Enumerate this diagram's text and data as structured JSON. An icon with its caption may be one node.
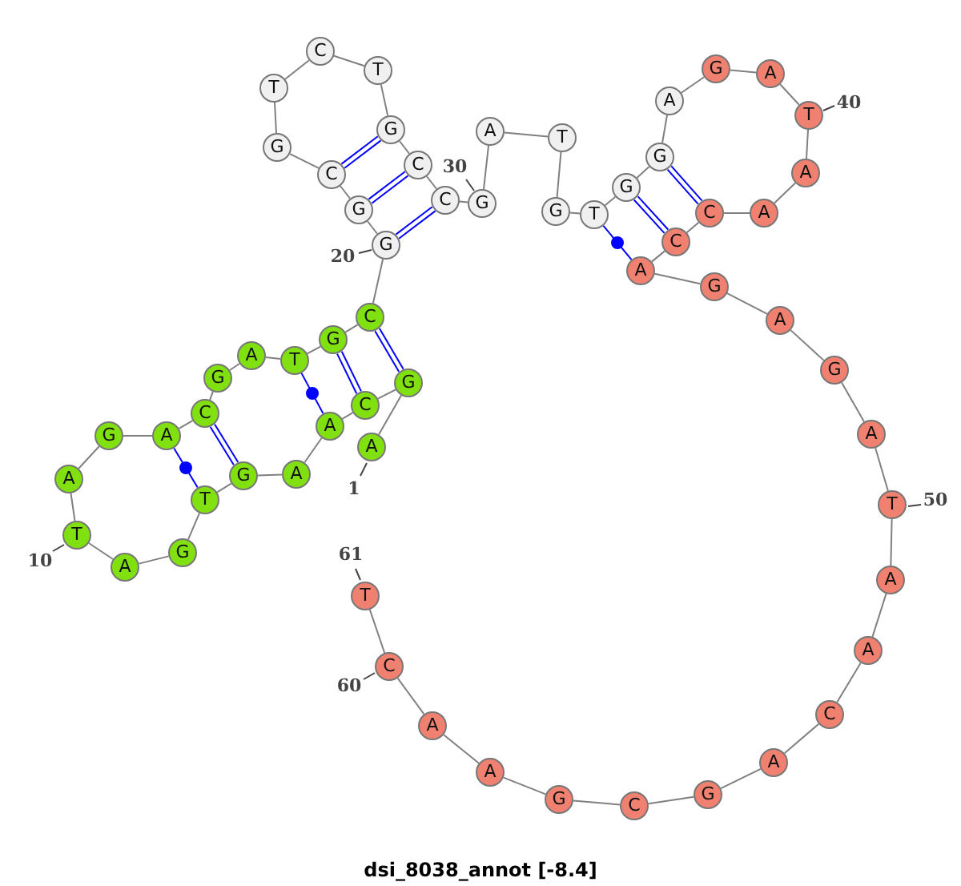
{
  "diagram": {
    "title": "dsi_8038_annot [-8.4]",
    "nodes": [
      {
        "text": [
          "A"
        ],
        "beside": [
          "1"
        ]
      },
      {
        "text": [
          "G"
        ]
      },
      {
        "text": [
          "C"
        ]
      },
      {
        "text": [
          "A"
        ]
      },
      {
        "text": [
          "A"
        ]
      },
      {
        "text": [
          "G"
        ]
      },
      {
        "text": [
          "T"
        ]
      },
      {
        "text": [
          "G"
        ]
      },
      {
        "text": [
          "A"
        ]
      },
      {
        "text": [
          "T"
        ],
        "beside": [
          "10"
        ]
      },
      {
        "text": [
          "A"
        ]
      },
      {
        "text": [
          "G"
        ]
      },
      {
        "text": [
          "A"
        ]
      },
      {
        "text": [
          "C"
        ]
      },
      {
        "text": [
          "G"
        ]
      },
      {
        "text": [
          "A"
        ]
      },
      {
        "text": [
          "T"
        ]
      },
      {
        "text": [
          "G"
        ]
      },
      {
        "text": [
          "C"
        ]
      },
      {
        "text": [
          "G"
        ],
        "beside": [
          "20"
        ]
      },
      {
        "text": [
          "G"
        ]
      },
      {
        "text": [
          "C"
        ]
      },
      {
        "text": [
          "G"
        ]
      },
      {
        "text": [
          "T"
        ]
      },
      {
        "text": [
          "C"
        ]
      },
      {
        "text": [
          "T"
        ]
      },
      {
        "text": [
          "G"
        ]
      },
      {
        "text": [
          "C"
        ]
      },
      {
        "text": [
          "C"
        ]
      },
      {
        "text": [
          "G"
        ],
        "beside": [
          "30"
        ]
      },
      {
        "text": [
          "A"
        ]
      },
      {
        "text": [
          "T"
        ]
      },
      {
        "text": [
          "G"
        ]
      },
      {
        "text": [
          "T"
        ]
      },
      {
        "text": [
          "G"
        ]
      },
      {
        "text": [
          "G"
        ]
      },
      {
        "text": [
          "A"
        ]
      },
      {
        "text": [
          "G"
        ]
      },
      {
        "text": [
          "A"
        ]
      },
      {
        "text": [
          "T"
        ],
        "beside": [
          "40"
        ]
      },
      {
        "text": [
          "A"
        ]
      },
      {
        "text": [
          "A"
        ]
      },
      {
        "text": [
          "C"
        ]
      },
      {
        "text": [
          "C"
        ]
      },
      {
        "text": [
          "A"
        ]
      },
      {
        "text": [
          "G"
        ]
      },
      {
        "text": [
          "A"
        ]
      },
      {
        "text": [
          "G"
        ]
      },
      {
        "text": [
          "A"
        ]
      },
      {
        "text": [
          "T"
        ],
        "beside": [
          "50"
        ]
      },
      {
        "text": [
          "A"
        ]
      },
      {
        "text": [
          "A"
        ]
      },
      {
        "text": [
          "C"
        ]
      },
      {
        "text": [
          "A"
        ]
      },
      {
        "text": [
          "G"
        ]
      },
      {
        "text": [
          "C"
        ]
      },
      {
        "text": [
          "G"
        ]
      },
      {
        "text": [
          "A"
        ]
      },
      {
        "text": [
          "A"
        ]
      },
      {
        "text": [
          "C"
        ],
        "beside": [
          "60"
        ]
      },
      {
        "text": [
          "T"
        ],
        "beside": [
          "61"
        ]
      }
    ],
    "edges": [
      {
        "from": 0,
        "to": 1,
        "arrow": "none"
      },
      {
        "from": 1,
        "to": 2,
        "arrow": "none"
      },
      {
        "from": 2,
        "to": 3,
        "arrow": "none"
      },
      {
        "from": 3,
        "to": 4,
        "arrow": "none"
      },
      {
        "from": 4,
        "to": 5,
        "arrow": "none"
      },
      {
        "from": 5,
        "to": 6,
        "arrow": "none"
      },
      {
        "from": 6,
        "to": 7,
        "arrow": "none"
      },
      {
        "from": 7,
        "to": 8,
        "arrow": "none"
      },
      {
        "from": 8,
        "to": 9,
        "arrow": "none"
      },
      {
        "from": 9,
        "to": 10,
        "arrow": "none"
      },
      {
        "from": 10,
        "to": 11,
        "arrow": "none"
      },
      {
        "from": 11,
        "to": 12,
        "arrow": "none"
      },
      {
        "from": 12,
        "to": 13,
        "arrow": "none"
      },
      {
        "from": 13,
        "to": 14,
        "arrow": "none"
      },
      {
        "from": 14,
        "to": 15,
        "arrow": "none"
      },
      {
        "from": 15,
        "to": 16,
        "arrow": "none"
      },
      {
        "from": 16,
        "to": 17,
        "arrow": "none"
      },
      {
        "from": 17,
        "to": 18,
        "arrow": "none"
      },
      {
        "from": 18,
        "to": 19,
        "arrow": "none"
      },
      {
        "from": 19,
        "to": 20,
        "arrow": "none"
      },
      {
        "from": 20,
        "to": 21,
        "arrow": "none"
      },
      {
        "from": 21,
        "to": 22,
        "arrow": "none"
      },
      {
        "from": 22,
        "to": 23,
        "arrow": "none"
      },
      {
        "from": 23,
        "to": 24,
        "arrow": "none"
      },
      {
        "from": 24,
        "to": 25,
        "arrow": "none"
      },
      {
        "from": 25,
        "to": 26,
        "arrow": "none"
      },
      {
        "from": 26,
        "to": 27,
        "arrow": "none"
      },
      {
        "from": 27,
        "to": 28,
        "arrow": "none"
      },
      {
        "from": 28,
        "to": 29,
        "arrow": "none"
      },
      {
        "from": 29,
        "to": 30,
        "arrow": "none"
      },
      {
        "from": 30,
        "to": 31,
        "arrow": "none"
      },
      {
        "from": 31,
        "to": 32,
        "arrow": "none"
      },
      {
        "from": 32,
        "to": 33,
        "arrow": "none"
      },
      {
        "from": 33,
        "to": 34,
        "arrow": "none"
      },
      {
        "from": 34,
        "to": 35,
        "arrow": "none"
      },
      {
        "from": 35,
        "to": 36,
        "arrow": "none"
      },
      {
        "from": 36,
        "to": 37,
        "arrow": "none"
      },
      {
        "from": 37,
        "to": 38,
        "arrow": "none"
      },
      {
        "from": 38,
        "to": 39,
        "arrow": "none"
      },
      {
        "from": 39,
        "to": 40,
        "arrow": "none"
      },
      {
        "from": 40,
        "to": 41,
        "arrow": "none"
      },
      {
        "from": 41,
        "to": 42,
        "arrow": "none"
      },
      {
        "from": 42,
        "to": 43,
        "arrow": "none"
      },
      {
        "from": 43,
        "to": 44,
        "arrow": "none"
      },
      {
        "from": 44,
        "to": 45,
        "arrow": "none"
      },
      {
        "from": 45,
        "to": 46,
        "arrow": "none"
      },
      {
        "from": 46,
        "to": 47,
        "arrow": "none"
      },
      {
        "from": 47,
        "to": 48,
        "arrow": "none"
      },
      {
        "from": 48,
        "to": 49,
        "arrow": "none"
      },
      {
        "from": 49,
        "to": 50,
        "arrow": "none"
      },
      {
        "from": 50,
        "to": 51,
        "arrow": "none"
      },
      {
        "from": 51,
        "to": 52,
        "arrow": "none"
      },
      {
        "from": 52,
        "to": 53,
        "arrow": "none"
      },
      {
        "from": 53,
        "to": 54,
        "arrow": "none"
      },
      {
        "from": 54,
        "to": 55,
        "arrow": "none"
      },
      {
        "from": 55,
        "to": 56,
        "arrow": "none"
      },
      {
        "from": 56,
        "to": 57,
        "arrow": "none"
      },
      {
        "from": 57,
        "to": 58,
        "arrow": "none"
      },
      {
        "from": 58,
        "to": 59,
        "arrow": "none"
      },
      {
        "from": 59,
        "to": 60,
        "arrow": "none"
      },
      {
        "from": 1,
        "to": 18,
        "arrow": "none",
        "color": "#0000ff"
      },
      {
        "from": 1,
        "to": 18,
        "arrow": "none",
        "color": "#0000ff"
      },
      {
        "from": 2,
        "to": 17,
        "arrow": "none",
        "color": "#0000ff"
      },
      {
        "from": 2,
        "to": 17,
        "arrow": "none",
        "color": "#0000ff"
      },
      {
        "from": 3,
        "to": 16,
        "arrow": "none",
        "color": "#0000ff"
      },
      {
        "from": 5,
        "to": 13,
        "arrow": "none",
        "color": "#0000ff"
      },
      {
        "from": 5,
        "to": 13,
        "arrow": "none",
        "color": "#0000ff"
      },
      {
        "from": 6,
        "to": 12,
        "arrow": "none",
        "color": "#0000ff"
      },
      {
        "from": 19,
        "to": 28,
        "arrow": "none",
        "color": "#0000ff"
      },
      {
        "from": 19,
        "to": 28,
        "arrow": "none",
        "color": "#0000ff"
      },
      {
        "from": 20,
        "to": 27,
        "arrow": "none",
        "color": "#0000ff"
      },
      {
        "from": 20,
        "to": 27,
        "arrow": "none",
        "color": "#0000ff"
      },
      {
        "from": 21,
        "to": 26,
        "arrow": "none",
        "color": "#0000ff"
      },
      {
        "from": 21,
        "to": 26,
        "arrow": "none",
        "color": "#0000ff"
      },
      {
        "from": 33,
        "to": 44,
        "arrow": "none",
        "color": "#0000ff"
      },
      {
        "from": 34,
        "to": 43,
        "arrow": "none",
        "color": "#0000ff"
      },
      {
        "from": 34,
        "to": 43,
        "arrow": "none",
        "color": "#0000ff"
      },
      {
        "from": 35,
        "to": 42,
        "arrow": "none",
        "color": "#0000ff"
      },
      {
        "from": 35,
        "to": 42,
        "arrow": "none",
        "color": "#0000ff"
      }
    ]
  }
}
